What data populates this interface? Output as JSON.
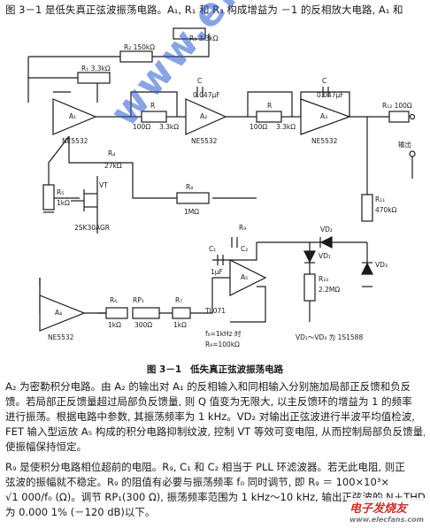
{
  "text": {
    "top_line": "图 3－1 是低失真正弦波振荡电路。A₁, R₁ 和 R₃ 构成增益为 －1 的反相放大电路, A₁ 和",
    "caption_number": "图 3－1",
    "caption_title": "低失真正弦波振荡电路",
    "para1_lines": [
      "A₂ 为密勒积分电路。由 A₂ 的输出对 A₁ 的反相输入和同相输入分别施加局部正反馈和负反",
      "馈。若局部正反馈量超过局部负反馈量, 则 Q 值变为无限大, 以主反馈环的增益为 1 的频率",
      "进行振荡。根据电路中参数, 其振荡频率为 1 kHz。VD₂ 对输出正弦波进行半波平均值检波,",
      "FET 输入型运放 A₅ 构成的积分电路抑制纹波, 控制 VT 等效可变电阻, 从而控制局部负反馈量,",
      "使振幅保持恒定。"
    ],
    "para2_lines": [
      "R₉ 是使积分电路相位超前的电阻。R₉, C₁ 和 C₂ 相当于 PLL 环滤波器。若无此电阻, 则正",
      "弦波的振幅就不稳定。R₉ 的阻值有必要与振荡频率 f₀ 同时调节, 即 R₉ ＝ 100×10³×",
      "√1 000/f₀ (Ω)。调节 RP₁(300 Ω), 振荡频率范围为 1 kHz～10 kHz, 输出正弦波的 N＋THD",
      "为 0.000 1% (－120 dB)以下。"
    ]
  },
  "schematic": {
    "labels": {
      "r3": "R₃  3.3kΩ",
      "r2": "R₂  150kΩ",
      "r1": "R₁  3.3kΩ",
      "c_a2": "C",
      "c_a2_val": "0.047μF",
      "c_a3": "C",
      "c_a3_val": "0.047μF",
      "a1": "A₁",
      "a1_part": "NE5532",
      "a2": "A₂",
      "a2_part": "NE5532",
      "a3": "A₃",
      "a3_part": "NE5532",
      "r_a1": "R",
      "r100_1": "100Ω",
      "r33_1": "3.3kΩ",
      "r_mid": "R",
      "r100_2": "100Ω",
      "r33_2": "3.3kΩ",
      "r12": "R₁₂ 100Ω",
      "output": "输出",
      "r4": "R₄",
      "r4_val": "27kΩ",
      "vt": "VT",
      "r5": "R₅",
      "r5_val": "1kΩ",
      "fet": "2SK30AGR",
      "r8": "R₈",
      "r8_val": "1MΩ",
      "r11": "R₁₁",
      "r11_val": "470kΩ",
      "vd2": "VD₂",
      "vd1": "VD₁",
      "vd3": "VD₃",
      "r10": "R₁₀",
      "r10_val": "2.2MΩ",
      "r9": "R₉",
      "c1": "C₁",
      "c1_val": "1μF",
      "c2": "C₂",
      "a4": "A₄",
      "a4_part": "NE5532",
      "r6": "R₆",
      "r6_val": "1kΩ",
      "rp1": "RP₁",
      "rp1_val": "300Ω",
      "r7": "R₇",
      "r7_val": "1kΩ",
      "a5": "A₅",
      "a5_part": "TL071",
      "note1": "f₀=1kHz 时",
      "note2": "R₉=100kΩ",
      "diode_note": "VD₁～VD₃ 为 1S1588"
    }
  },
  "watermark": {
    "site": "www.elecfans.com",
    "logo": "电子发烧友",
    "logo_sub": "www.elecfans.com"
  }
}
